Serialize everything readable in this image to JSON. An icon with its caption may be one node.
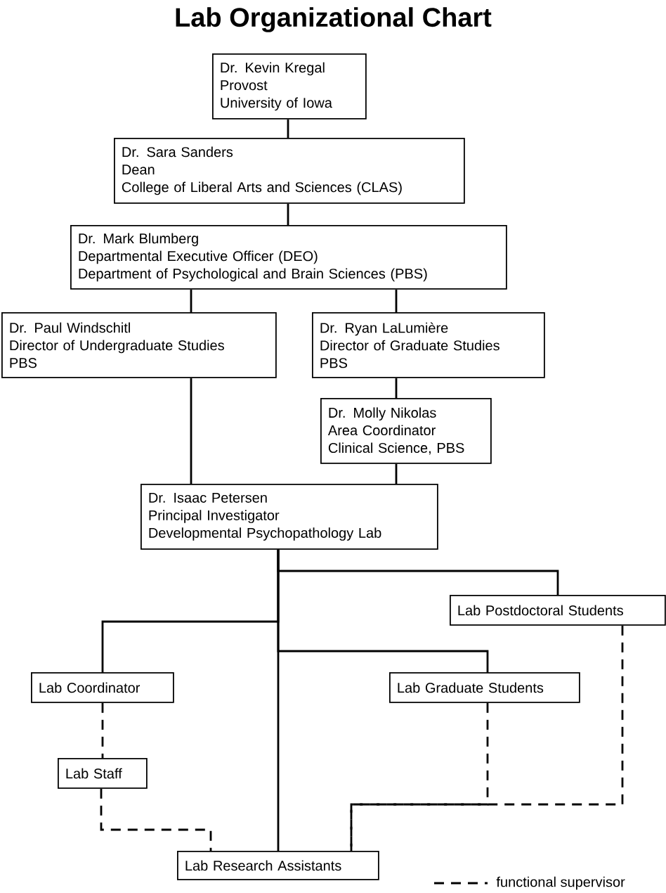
{
  "diagram": {
    "title": "Lab Organizational Chart",
    "nodes": [
      {
        "text": [
          "Dr. Kevin Kregal",
          "Provost",
          "University of Iowa"
        ]
      },
      {
        "text": [
          "Dr. Sara Sanders",
          "Dean",
          "College of Liberal Arts and Sciences (CLAS)"
        ]
      },
      {
        "text": [
          "Dr. Mark Blumberg",
          "Departmental Executive Officer (DEO)",
          "Department of Psychological and Brain Sciences (PBS)"
        ]
      },
      {
        "text": [
          "Dr. Paul Windschitl",
          "Director of Undergraduate Studies",
          "PBS"
        ]
      },
      {
        "text": [
          "Dr. Ryan LaLumière",
          "Director of Graduate Studies",
          "PBS"
        ]
      },
      {
        "text": [
          "Dr. Molly Nikolas",
          "Area Coordinator",
          "Clinical Science, PBS"
        ]
      },
      {
        "text": [
          "Dr. Isaac Petersen",
          "Principal Investigator",
          "Developmental Psychopathology Lab"
        ]
      },
      {
        "text": [
          "Lab Postdoctoral Students"
        ]
      },
      {
        "text": [
          "Lab Coordinator"
        ]
      },
      {
        "text": [
          "Lab Graduate Students"
        ]
      },
      {
        "text": [
          "Lab Staff"
        ]
      },
      {
        "text": [
          "Lab Research Assistants"
        ]
      }
    ],
    "edges": [
      {
        "from": 0,
        "to": 1,
        "arrow": "none"
      },
      {
        "from": 1,
        "to": 2,
        "arrow": "none"
      },
      {
        "from": 2,
        "to": 3,
        "arrow": "none"
      },
      {
        "from": 2,
        "to": 4,
        "arrow": "none"
      },
      {
        "from": 4,
        "to": 5,
        "arrow": "none"
      },
      {
        "from": 3,
        "to": 6,
        "arrow": "none"
      },
      {
        "from": 5,
        "to": 6,
        "arrow": "none"
      },
      {
        "from": 6,
        "to": 7,
        "arrow": "none"
      },
      {
        "from": 6,
        "to": 8,
        "arrow": "none"
      },
      {
        "from": 6,
        "to": 9,
        "arrow": "none"
      },
      {
        "from": 6,
        "to": 11,
        "arrow": "none"
      },
      {
        "from": 8,
        "to": 10,
        "arrow": "none",
        "style": "dashed"
      },
      {
        "from": 10,
        "to": 11,
        "arrow": "none",
        "style": "dashed"
      },
      {
        "from": 9,
        "to": 11,
        "arrow": "none",
        "style": "dashed"
      },
      {
        "from": 7,
        "to": 11,
        "arrow": "none",
        "style": "dashed"
      }
    ],
    "legend": [
      {
        "text": "functional supervisor"
      }
    ]
  }
}
